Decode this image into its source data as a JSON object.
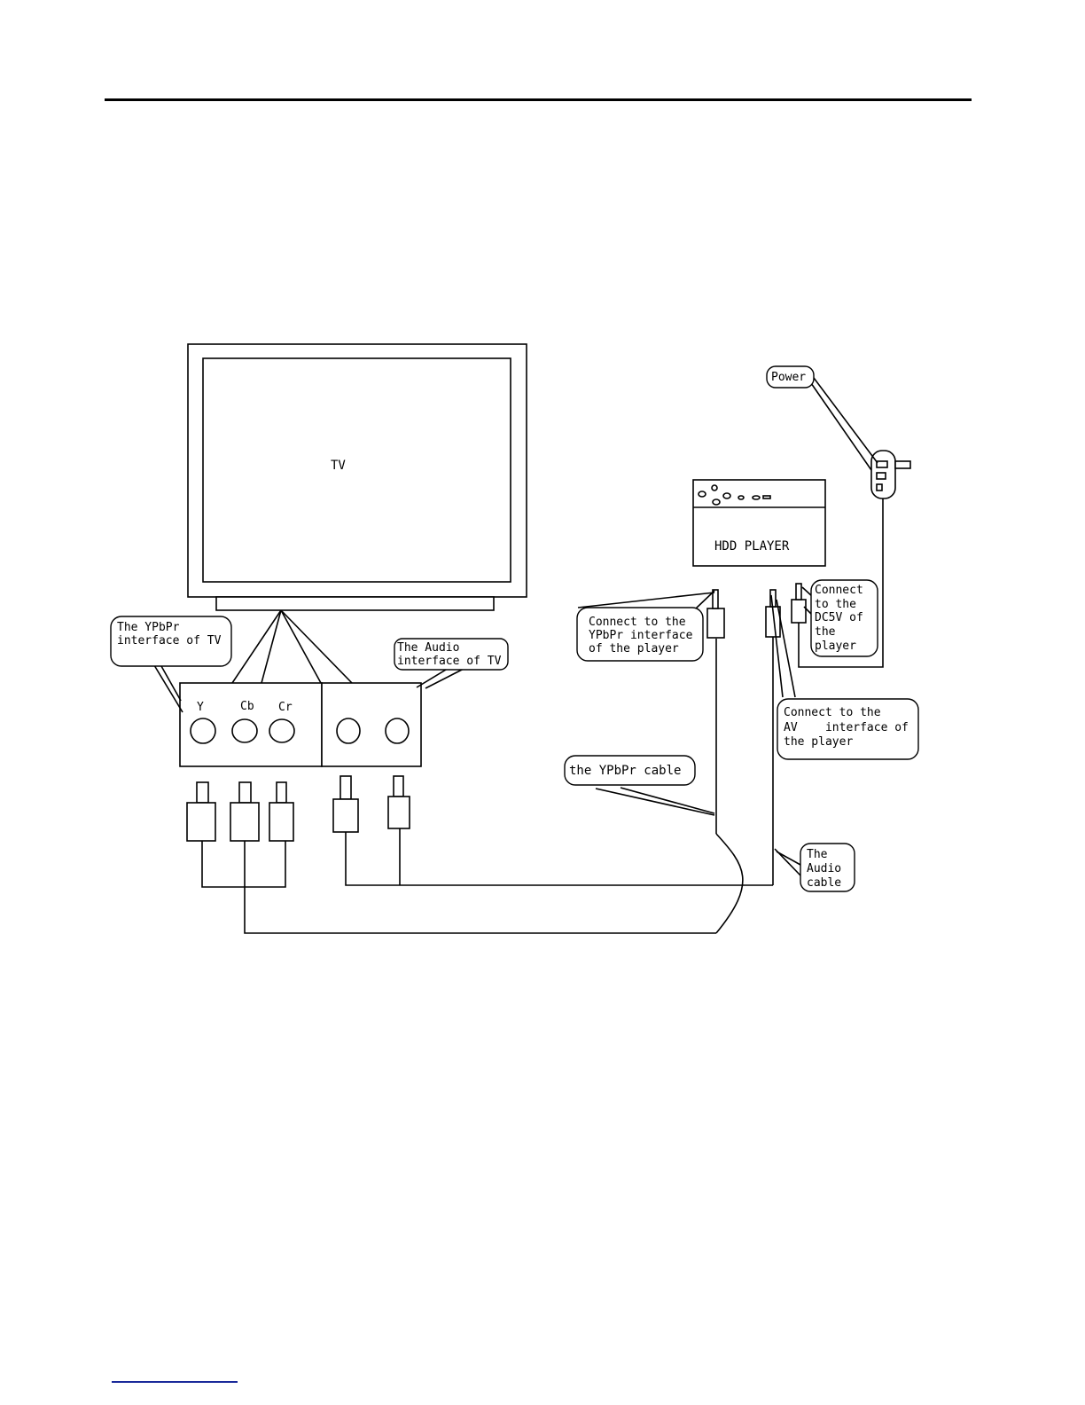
{
  "diagram": {
    "tv_label": "TV",
    "player_label": "HDD PLAYER",
    "component_labels": {
      "y": "Y",
      "cb": "Cb",
      "cr": "Cr"
    },
    "callouts": {
      "ypbpr_tv": [
        "The YPbPr",
        "interface of TV"
      ],
      "audio_tv": [
        "The Audio",
        "interface of TV"
      ],
      "power": [
        "Power"
      ],
      "ypbpr_player": [
        "Connect to the",
        "YPbPr interface",
        "of the player"
      ],
      "dc5v": [
        "Connect",
        "to the",
        "DC5V of",
        "the",
        "player"
      ],
      "av_player": [
        "Connect to the",
        "AV    interface of",
        "the player"
      ],
      "ypbpr_cable": [
        "the YPbPr cable"
      ],
      "audio_cable": [
        "The",
        "Audio",
        "cable"
      ]
    }
  }
}
